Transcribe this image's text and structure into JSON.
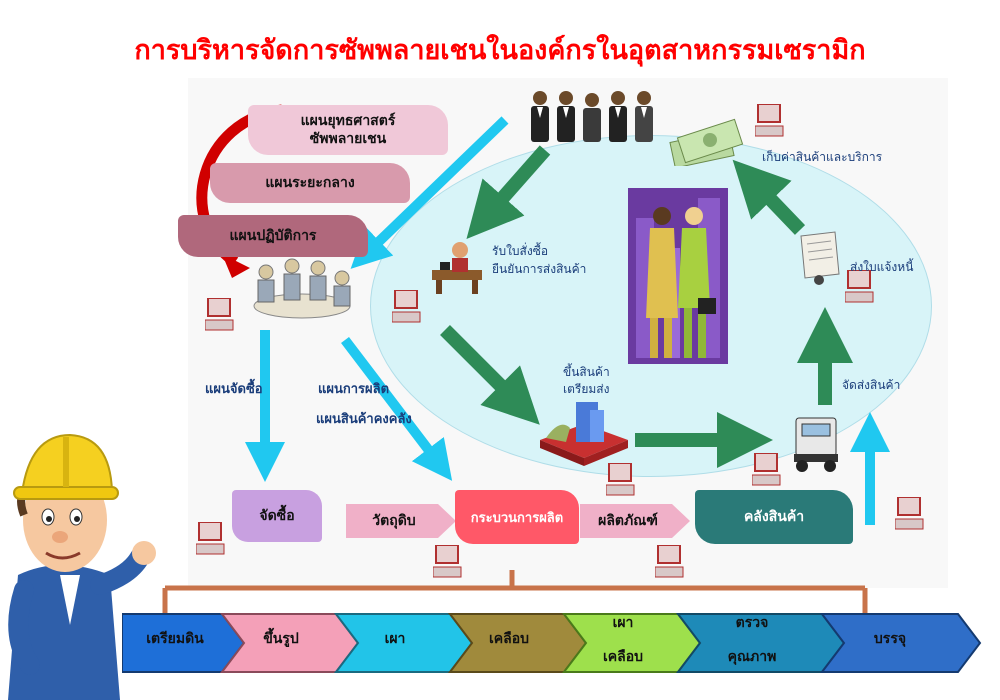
{
  "title": "การบริหารจัดการซัพพลายเชนในองค์กรในอุตสาหกรรมเซรามิก",
  "plans": {
    "strategy_line1": "แผนยุทธศาสตร์",
    "strategy_line2": "ซัพพลายเชน",
    "mid": "แผนระยะกลาง",
    "ops": "แผนปฏิบัติการ"
  },
  "labels": {
    "purchase_plan": "แผนจัดซื้อ",
    "production_plan": "แผนการผลิต",
    "inventory_plan": "แผนสินค้าคงคลัง",
    "receive_order_1": "รับใบสั่งซื้อ",
    "receive_order_2": "ยืนยันการส่งสินค้า",
    "collect_payment": "เก็บค่าสินค้าและบริการ",
    "invoice": "ส่งใบแจ้งหนี้",
    "ship": "จัดส่งสินค้า",
    "prepare_1": "ขึ้นสินค้า",
    "prepare_2": "เตรียมส่ง"
  },
  "flow": {
    "purchasing": "จัดซื้อ",
    "raw_material": "วัตถุดิบ",
    "production_process": "กระบวนการผลิต",
    "product": "ผลิตภัณฑ์",
    "warehouse": "คลังสินค้า"
  },
  "steps": [
    {
      "line1": "เตรียมดิน",
      "line2": "",
      "color": "#1e6fd8"
    },
    {
      "line1": "ขึ้นรูป",
      "line2": "",
      "color": "#f4a0b8"
    },
    {
      "line1": "เผา",
      "line2": "",
      "color": "#22c4e8"
    },
    {
      "line1": "เคลือบ",
      "line2": "",
      "color": "#a08a3c"
    },
    {
      "line1": "เผา",
      "line2": "เคลือบ",
      "color": "#9ee04c"
    },
    {
      "line1": "ตรวจ",
      "line2": "คุณภาพ",
      "color": "#1e8ab8"
    },
    {
      "line1": "บรรจุ",
      "line2": "",
      "color": "#2f6ec8"
    }
  ],
  "icons": [
    "computer-icon",
    "business-people-icon",
    "money-icon",
    "phone-worker-icon",
    "handshake-icon",
    "invoice-icon",
    "truck-icon",
    "factory-icon",
    "team-meeting-icon",
    "engineer-mascot-icon"
  ],
  "colors": {
    "title": "#ff0000",
    "green_arrow": "#2e8b57",
    "cyan_arrow": "#20c8f0",
    "ellipse": "#d8f4f8"
  }
}
